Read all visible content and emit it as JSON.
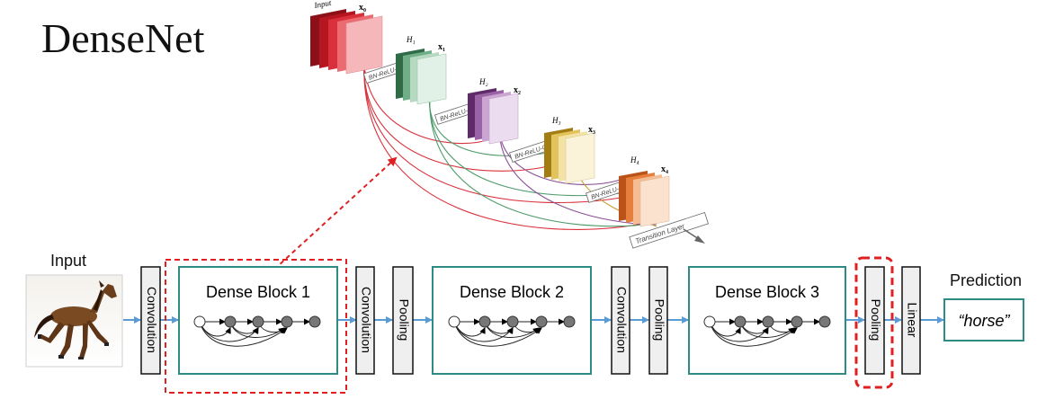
{
  "title": "DenseNet",
  "top_figure": {
    "input_label": "Input",
    "x_labels": [
      "x₀",
      "x₁",
      "x₂",
      "x₃",
      "x₄"
    ],
    "h_labels": [
      "H₁",
      "H₂",
      "H₃",
      "H₄"
    ],
    "bn_label": "BN-ReLU-Conv",
    "transition_label": "Transition Layer",
    "colors": {
      "red": "#d9303b",
      "green": "#4e9a6a",
      "purple": "#8b4f96",
      "gold": "#c99a2a",
      "orange": "#e07a36"
    }
  },
  "pipeline": {
    "input_label": "Input",
    "prediction_label": "Prediction",
    "prediction_value": "“horse”",
    "stages": [
      {
        "kind": "op",
        "label": "Convolution"
      },
      {
        "kind": "block",
        "label": "Dense Block 1"
      },
      {
        "kind": "op",
        "label": "Convolution"
      },
      {
        "kind": "op",
        "label": "Pooling"
      },
      {
        "kind": "block",
        "label": "Dense Block 2"
      },
      {
        "kind": "op",
        "label": "Convolution"
      },
      {
        "kind": "op",
        "label": "Pooling"
      },
      {
        "kind": "block",
        "label": "Dense Block 3"
      },
      {
        "kind": "op",
        "label": "Pooling"
      },
      {
        "kind": "op",
        "label": "Linear"
      }
    ],
    "colors": {
      "arrow": "#5b9bd5",
      "block_border": "#2e8b83",
      "highlight": "#e02020",
      "op_fill": "#efefef"
    }
  }
}
